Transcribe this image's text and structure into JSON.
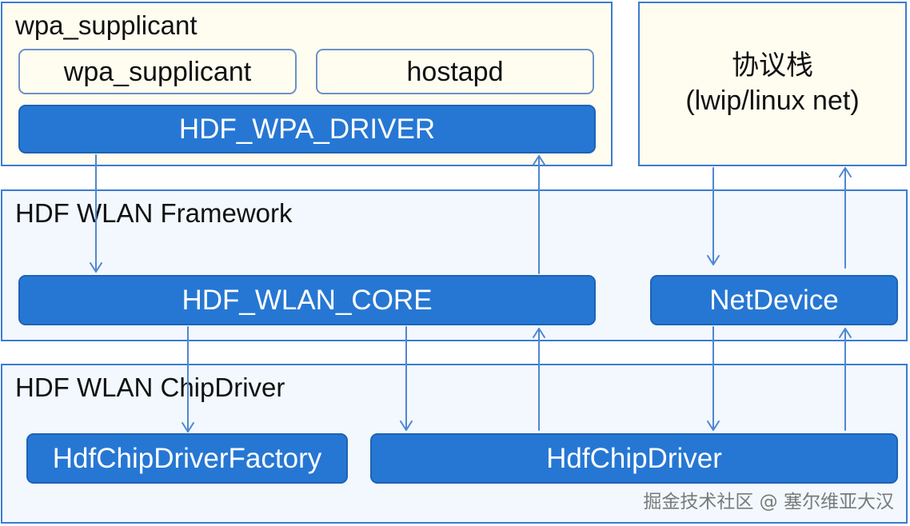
{
  "layers": {
    "supplicant": {
      "title": "wpa_supplicant"
    },
    "framework": {
      "title": "HDF WLAN Framework"
    },
    "chipdriver": {
      "title": "HDF WLAN ChipDriver"
    }
  },
  "boxes": {
    "wpa_supplicant": "wpa_supplicant",
    "hostapd": "hostapd",
    "hdf_wpa_driver": "HDF_WPA_DRIVER",
    "hdf_wlan_core": "HDF_WLAN_CORE",
    "net_device": "NetDevice",
    "hdf_chip_driver_factory": "HdfChipDriverFactory",
    "hdf_chip_driver": "HdfChipDriver"
  },
  "protocol_stack": {
    "line1": "协议栈",
    "line2": "(lwip/linux net)"
  },
  "watermark": "掘金技术社区 @ 塞尔维亚大汉",
  "colors": {
    "layer_border": "#3b7bd1",
    "cream_fill": "#fffcf0",
    "pale_fill": "#f2f8fd",
    "block_fill": "#2677d3",
    "arrow": "#4f87d2"
  }
}
